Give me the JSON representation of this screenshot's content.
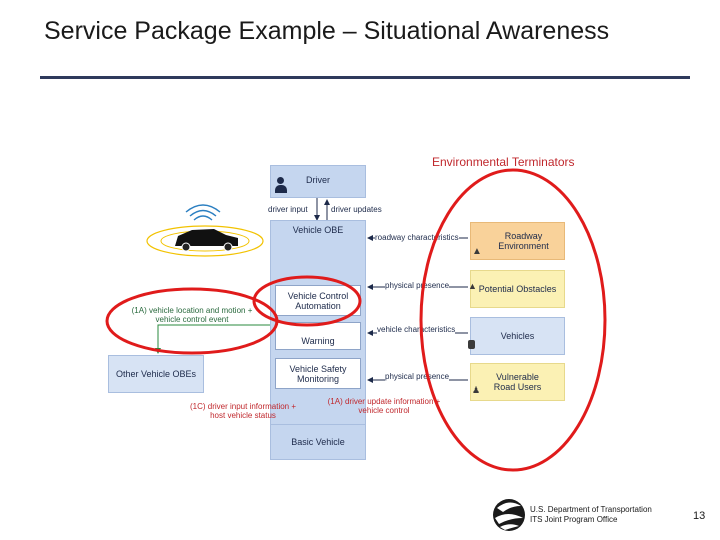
{
  "slide": {
    "title": "Service Package Example – Situational Awareness",
    "environmental_label": "Environmental Terminators",
    "page_number": "13"
  },
  "diagram": {
    "driver": "Driver",
    "vehicle_obe": "Vehicle OBE",
    "vehicle_control_automation": "Vehicle Control Automation",
    "vehicle_warning_partial": "Warning",
    "vehicle_safety_monitoring": "Vehicle Safety Monitoring",
    "basic_vehicle": "Basic Vehicle",
    "other_vehicle_obes": "Other Vehicle OBEs",
    "roadway_environment": "Roadway Environment",
    "potential_obstacles": "Potential Obstacles",
    "vehicles": "Vehicles",
    "vulnerable_road_users": "Vulnerable Road Users",
    "flows": {
      "driver_input": "driver input",
      "driver_updates": "driver updates",
      "roadway_characteristics": "roadway characteristics",
      "physical_presence_1": "physical presence",
      "vehicle_characteristics": "vehicle characteristics",
      "physical_presence_2": "physical presence",
      "vehicle_location_1a": "(1A) vehicle location and motion + vehicle control event",
      "driver_input_1c": "(1C) driver input information + host vehicle status",
      "driver_update_1a": "(1A) driver update information + vehicle control"
    }
  },
  "footer": {
    "line1": "U.S. Department of Transportation",
    "line2": "ITS Joint Program Office"
  },
  "colors": {
    "title_rule": "#2e3a5c",
    "highlight_circle": "#e01b1b",
    "subsystem_blue": "#c5d6ef",
    "terminator_orange": "#f9d29a",
    "terminator_yellow": "#fbf1b4",
    "flow_green": "#2a8a3e",
    "flow_red": "#c0282d"
  }
}
